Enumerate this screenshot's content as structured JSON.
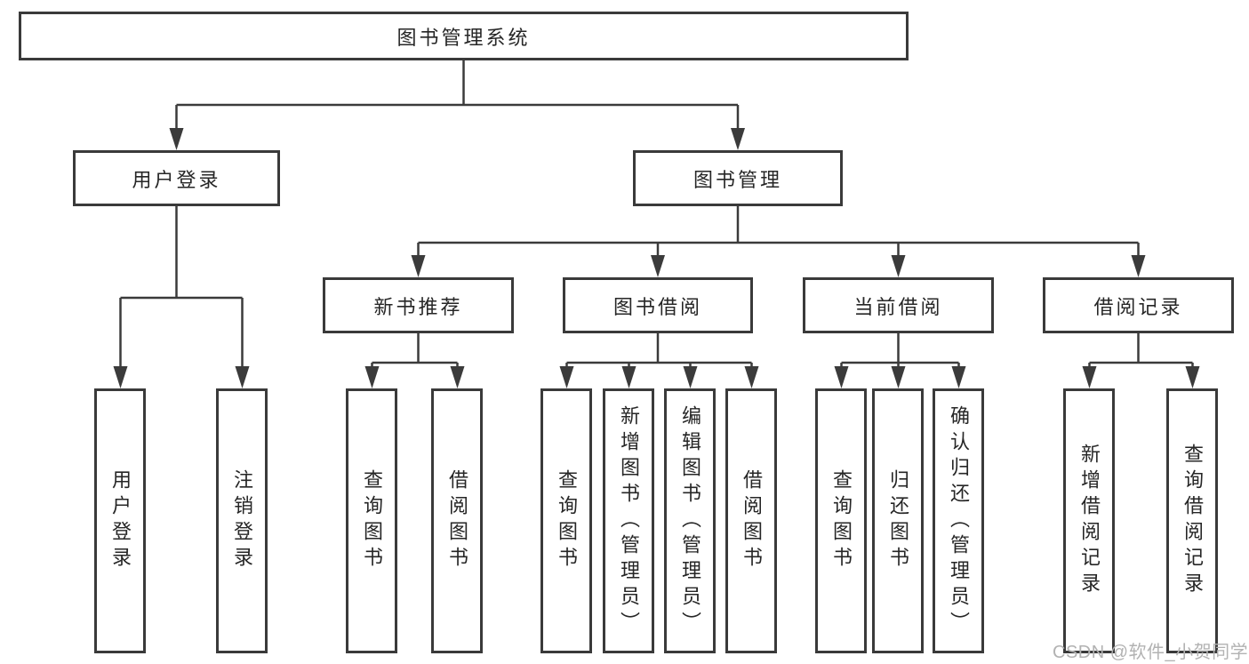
{
  "nodes": {
    "root": "图书管理系统",
    "level2": [
      "用户登录",
      "图书管理"
    ],
    "level3": [
      "新书推荐",
      "图书借阅",
      "当前借阅",
      "借阅记录"
    ],
    "leaves": {
      "user": [
        "用户登录",
        "注销登录"
      ],
      "newbook": [
        "查询图书",
        "借阅图书"
      ],
      "borrow": [
        "查询图书",
        "新增图书（管理员）",
        "编辑图书（管理员）",
        "借阅图书"
      ],
      "current": [
        "查询图书",
        "归还图书",
        "确认归还（管理员）"
      ],
      "record": [
        "新增借阅记录",
        "查询借阅记录"
      ]
    }
  },
  "watermark": "CSDN @软件_小贺同学",
  "colors": {
    "line": "#3b3b3b",
    "box_border": "#3a3a3a",
    "text": "#262626",
    "watermark": "#b2b2b2",
    "background": "#ffffff"
  }
}
